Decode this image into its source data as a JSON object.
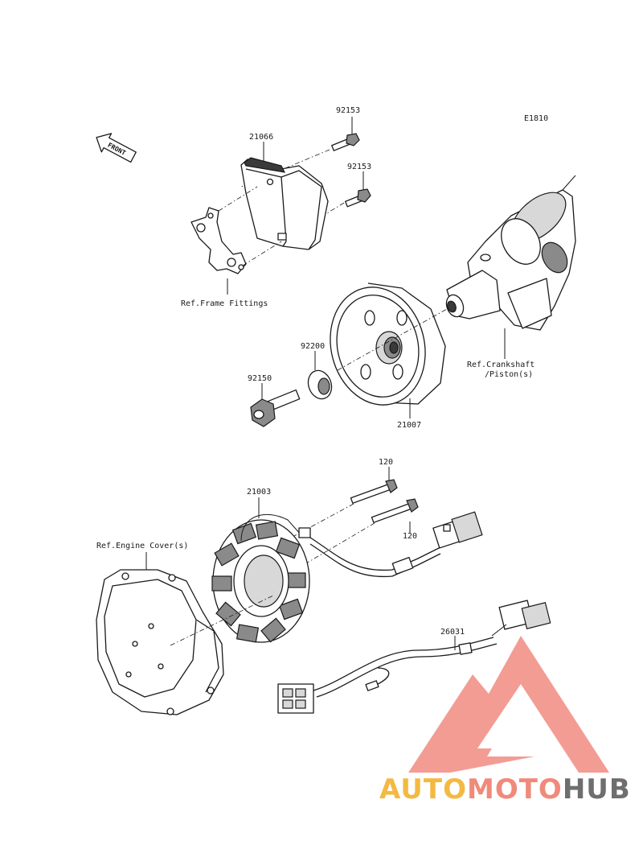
{
  "diagram": {
    "code": "E1810",
    "front_label": "FRONT",
    "parts": {
      "regulator_top_bolt": "92153",
      "regulator_bolt": "92153",
      "regulator": "21066",
      "frame_ref": "Ref.Frame Fittings",
      "washer": "92200",
      "flywheel_bolt": "92150",
      "rotor": "21007",
      "crankshaft_ref_1": "Ref.Crankshaft",
      "crankshaft_ref_2": "/Piston(s)",
      "stator_bolt_top": "120",
      "stator_bolt_bottom": "120",
      "stator": "21003",
      "engine_cover_ref": "Ref.Engine Cover(s)",
      "harness": "26031"
    }
  },
  "watermark": {
    "part_1": "AUTO",
    "part_2": "MOTO",
    "part_3": "HUB",
    "color_1": "#f4b942",
    "color_2": "#f08a7a",
    "color_3": "#6e6e6e",
    "logo_color": "#f28b82"
  }
}
